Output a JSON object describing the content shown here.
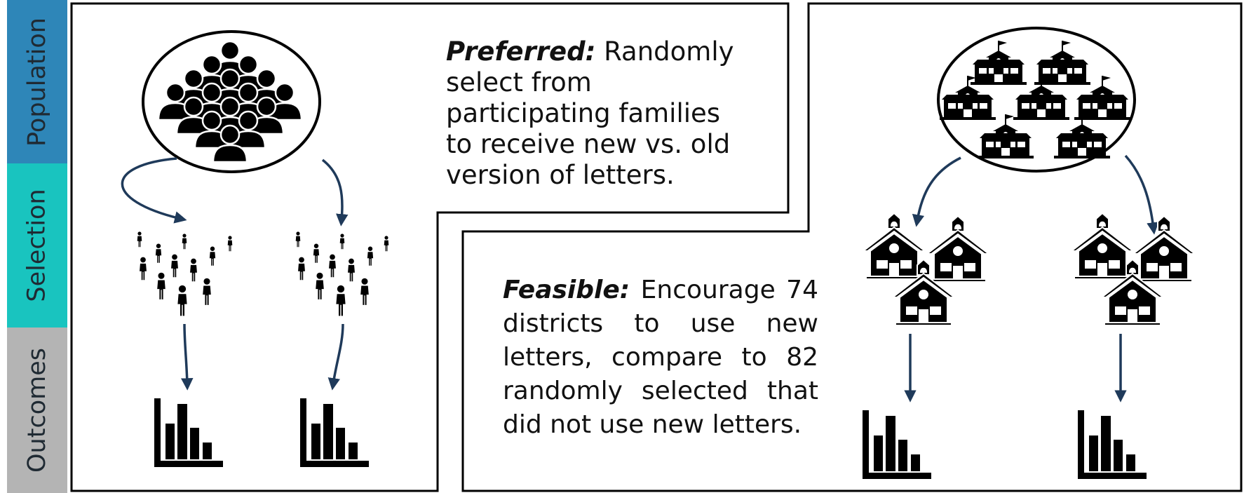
{
  "stages": {
    "population": "Population",
    "selection": "Selection",
    "outcomes": "Outcomes"
  },
  "preferred": {
    "lead": "Preferred:",
    "text": " Randomly select from participating families to receive new vs. old version of letters."
  },
  "feasible": {
    "lead": "Feasible:",
    "text": " Encourage 74 districts to use new letters, compare to 82 randomly selected that did not use new letters."
  },
  "colors": {
    "population_bar": "#2e86b8",
    "selection_bar": "#19c4bf",
    "outcomes_bar": "#b4b4b4",
    "arrow": "#1f3a5a",
    "icon": "#000000"
  },
  "icons": [
    "crowd-icon",
    "people-group-icon",
    "bar-chart-icon",
    "school-flag-icon",
    "schoolhouse-icon"
  ]
}
